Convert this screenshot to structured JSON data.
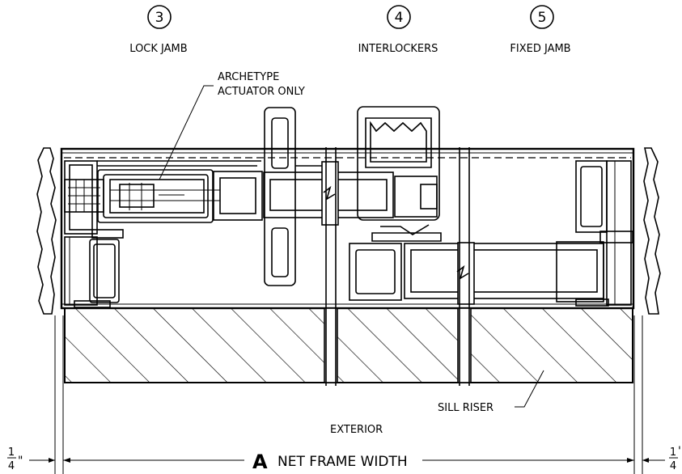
{
  "callouts": [
    {
      "number": "3",
      "label": "LOCK JAMB"
    },
    {
      "number": "4",
      "label": "INTERLOCKERS"
    },
    {
      "number": "5",
      "label": "FIXED JAMB"
    }
  ],
  "annotations": {
    "actuator_line1": "ARCHETYPE",
    "actuator_line2": "ACTUATOR ONLY",
    "sill_riser": "SILL RISER",
    "exterior": "EXTERIOR"
  },
  "dimension": {
    "left_gap": "1/4\"",
    "left_num": "1",
    "left_den": "4",
    "left_mark": "\"",
    "right_num": "1",
    "right_den": "4",
    "right_mark": "'",
    "letter": "A",
    "label": "NET FRAME WIDTH"
  }
}
